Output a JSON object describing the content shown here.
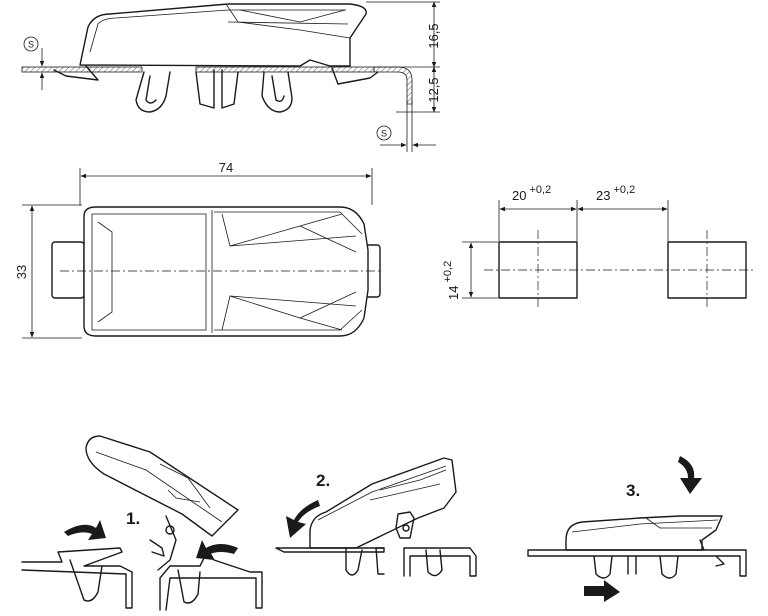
{
  "dimensions": {
    "side_height_top": "16,5",
    "side_height_bottom": "12,5",
    "thickness_symbol": "S",
    "total_length": "74",
    "total_width": "33",
    "cutout_1_length": "20",
    "cutout_1_tolerance": "+0,2",
    "cutout_gap": "23",
    "cutout_gap_tolerance": "+0,2",
    "cutout_height": "14",
    "cutout_height_tolerance": "+0,2"
  },
  "installation_steps": [
    {
      "label": "1."
    },
    {
      "label": "2."
    },
    {
      "label": "3."
    }
  ],
  "colors": {
    "line": "#1a1a1a",
    "background": "#ffffff",
    "arrow_fill": "#1a1a1a"
  }
}
